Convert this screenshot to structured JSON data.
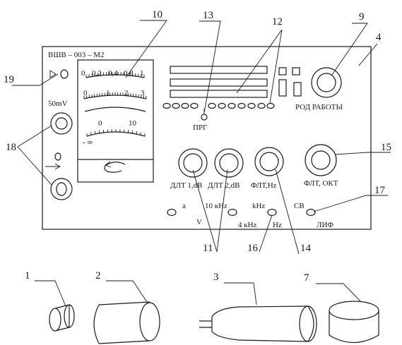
{
  "panel": {
    "model_label": "ВШВ – 003 – М2",
    "range_label": "50mV",
    "mode_label": "РОД РАБОТЫ",
    "prg_label": "ПРГ",
    "knob_labels": [
      "ДЛТ 1,dB",
      "ДЛТ 2,dB",
      "ФЛТ,Hz",
      "ФЛТ, ОКТ"
    ],
    "small_labels": {
      "a": "a",
      "v": "V",
      "khz10": "10 кHz",
      "khz4": "4 кHz",
      "khz": "kHz",
      "hz": "Hz",
      "sv": "СВ",
      "lif": "ЛИФ"
    }
  },
  "meter": {
    "scale1": [
      "0",
      "0,2",
      "0,4",
      "0,8",
      "1"
    ],
    "scale2": [
      "0",
      "1",
      "2",
      "3"
    ],
    "scale3": [
      "0",
      "10"
    ],
    "scale3_min": "- ∞"
  },
  "callouts": [
    "10",
    "13",
    "12",
    "9",
    "4",
    "19",
    "18",
    "15",
    "17",
    "11",
    "16",
    "14",
    "1",
    "2",
    "3",
    "7"
  ]
}
